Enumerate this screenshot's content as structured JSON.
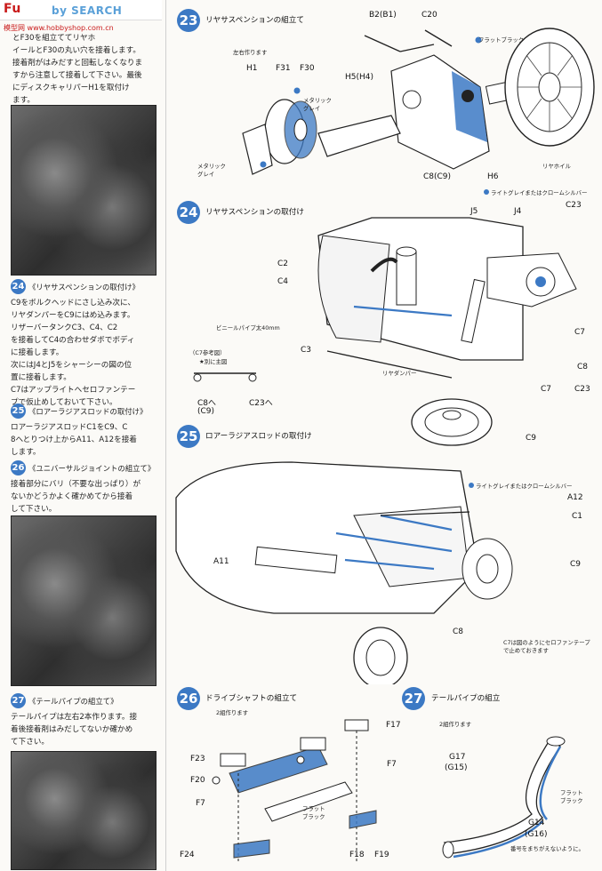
{
  "header": {
    "logo_left": "Fu",
    "logo_right": "by SEARCH",
    "site": "模型网 www.hobbyshop.com.cn"
  },
  "left": {
    "intro": [
      "とF30を組立ててリヤホ",
      "イールとF30の丸い穴を接着します。",
      "接着剤がはみだすと回転しなくなりま",
      "すから注意して接着して下さい。最後",
      "にディスクキャリパーH1を取付け",
      "ます。"
    ],
    "s24_num": "24",
    "s24_title": "《リヤサスペンションの取付け》",
    "s24_text": [
      "C9をボルクヘッドにさし込み次に、",
      "リヤダンパーをC9にはめ込みます。",
      "リザーバータンクC3、C4、C2",
      "を接着してC4の合わせダボでボディ",
      "に接着します。",
      "次にはJ4とJ5をシャーシーの図の位",
      "置に接着します。",
      "C7はアップライトへセロファンテー",
      "プで仮止めしておいて下さい。"
    ],
    "s25_num": "25",
    "s25_title": "《ロアーラジアスロッドの取付け》",
    "s25_text": [
      "ロアーラジアスロッドC1をC9、C",
      "8へとりつけ上からA11、A12を接着",
      "します。"
    ],
    "s26_num": "26",
    "s26_title": "《ユニバーサルジョイントの組立て》",
    "s26_text": [
      "接着部分にバリ（不要な出っぱり）が",
      "ないかどうかよく確かめてから接着",
      "して下さい。"
    ],
    "s27_num": "27",
    "s27_title": "《テールパイプの組立て》",
    "s27_text": [
      "テールパイプは左右2本作ります。接",
      "着後接着剤はみだしてないか確かめ",
      "て下さい。"
    ]
  },
  "step23": {
    "num": "23",
    "title": "リヤサスペンションの組立て",
    "note": "左右作ります",
    "labels": {
      "b2": "B2(B1)",
      "c20": "C20",
      "h1": "H1",
      "f31": "F31",
      "f30": "F30",
      "h5": "H5(H4)",
      "c8": "C8(C9)",
      "h6": "H6"
    },
    "metallic_grey": "メタリック\nグレイ",
    "metallic_grey2": "メタリック\nグレイ",
    "flat_black": "フラットブラック",
    "rear_wheel": "リヤホイル"
  },
  "step24": {
    "num": "24",
    "title": "リヤサスペンションの取付け",
    "light_grey": "ライトグレイまたはクロームシルバー",
    "labels": {
      "j5": "J5",
      "j4": "J4",
      "c23": "C23",
      "c2": "C2",
      "c4": "C4",
      "c7a": "C7",
      "c3": "C3",
      "c8": "C8",
      "c7b": "C7",
      "c23b": "C23",
      "c9": "C9",
      "c8to": "C8へ",
      "c9to": "(C9)",
      "c23to": "C23へ"
    },
    "vinyl_pipe": "ビニールパイプ太40mm",
    "c7_note": "（C7参考図）",
    "c7_sub": "★別に主図",
    "rear_damper": "リヤダンパー"
  },
  "step25": {
    "num": "25",
    "title": "ロアーラジアスロッドの取付け",
    "light_grey": "ライトグレイまたはクロームシルバー",
    "labels": {
      "a12": "A12",
      "c1": "C1",
      "a11": "A11",
      "c9": "C9",
      "c8": "C8"
    },
    "c7_note": "C7は図のようにセロファンテープ\nで止めておきます"
  },
  "step26": {
    "num": "26",
    "title": "ドライブシャフトの組立て",
    "note": "2組作ります",
    "labels": {
      "f17": "F17",
      "f23": "F23",
      "f7a": "F7",
      "f20": "F20",
      "f7b": "F7",
      "f24": "F24",
      "f18": "F18",
      "f19": "F19"
    },
    "flat_black": "フラット\nブラック"
  },
  "step27": {
    "num": "27",
    "title": "テールパイプの組立",
    "note": "2組作ります",
    "labels": {
      "g17": "G17",
      "g15": "(G15)",
      "g14": "G14",
      "g16": "(G16)"
    },
    "flat_black": "フラット\nブラック",
    "mistake": "番号をまちがえないように。"
  },
  "colors": {
    "accent": "#3c79c4",
    "ink": "#1a1a1a",
    "paper": "#fbfaf7"
  }
}
